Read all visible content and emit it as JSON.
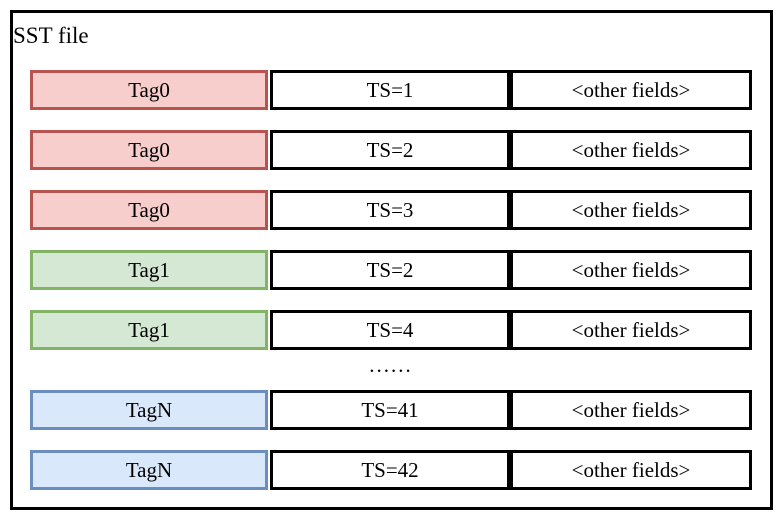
{
  "diagram": {
    "title": "SST file",
    "colors": {
      "red": {
        "fill": "#F8CECC",
        "stroke": "#B85450"
      },
      "green": {
        "fill": "#D5E8D4",
        "stroke": "#82B366"
      },
      "blue": {
        "fill": "#DAE8FC",
        "stroke": "#6C8EBF"
      }
    },
    "border_color": "#000000",
    "rows": [
      {
        "type": "record",
        "color": "red",
        "tag": "Tag0",
        "ts": "TS=1",
        "other": "<other fields>"
      },
      {
        "type": "record",
        "color": "red",
        "tag": "Tag0",
        "ts": "TS=2",
        "other": "<other fields>"
      },
      {
        "type": "record",
        "color": "red",
        "tag": "Tag0",
        "ts": "TS=3",
        "other": "<other fields>"
      },
      {
        "type": "record",
        "color": "green",
        "tag": "Tag1",
        "ts": "TS=2",
        "other": "<other fields>"
      },
      {
        "type": "record",
        "color": "green",
        "tag": "Tag1",
        "ts": "TS=4",
        "other": "<other fields>"
      },
      {
        "type": "ellipsis",
        "label": "......"
      },
      {
        "type": "record",
        "color": "blue",
        "tag": "TagN",
        "ts": "TS=41",
        "other": "<other fields>"
      },
      {
        "type": "record",
        "color": "blue",
        "tag": "TagN",
        "ts": "TS=42",
        "other": "<other fields>"
      }
    ]
  }
}
